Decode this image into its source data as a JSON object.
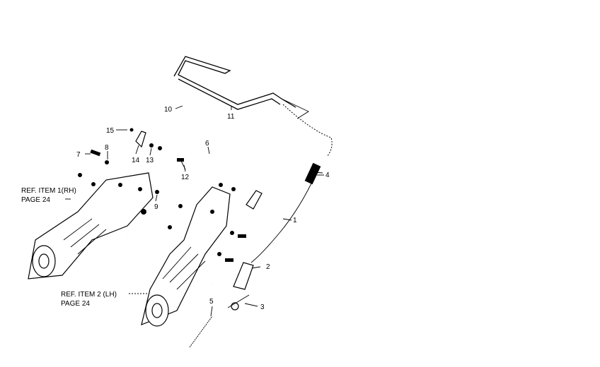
{
  "callouts": {
    "n1": "1",
    "n2": "2",
    "n3": "3",
    "n4": "4",
    "n5": "5",
    "n6": "6",
    "n7": "7",
    "n8": "8",
    "n9": "9",
    "n10": "10",
    "n11": "11",
    "n12": "12",
    "n13": "13",
    "n14": "14",
    "n15": "15"
  },
  "references": {
    "ref1_line1": "REF. ITEM 1(RH)",
    "ref1_line2": "PAGE 24",
    "ref2_line1": "REF. ITEM 2 (LH)",
    "ref2_line2": "PAGE 24"
  }
}
